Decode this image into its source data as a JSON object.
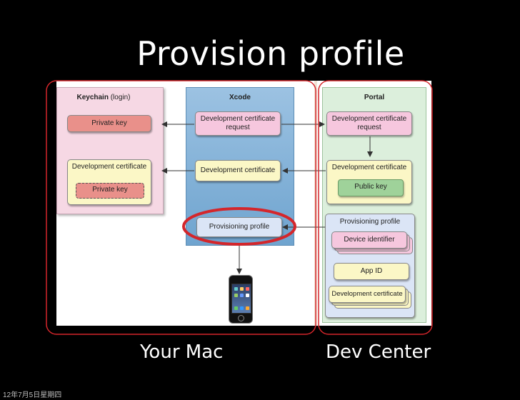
{
  "slide": {
    "title": "Provision profile",
    "caption_left": "Your Mac",
    "caption_right": "Dev Center",
    "date_stamp": "12年7月5日星期四"
  },
  "diagram": {
    "keychain": {
      "title_bold": "Keychain",
      "title_rest": " (login)",
      "private_key": "Private key",
      "dev_cert": "Development certificate",
      "dev_cert_private_key": "Private key"
    },
    "xcode": {
      "title": "Xcode",
      "cert_request_line1": "Development certificate",
      "cert_request_line2": "request",
      "dev_cert": "Development certificate",
      "provisioning_profile": "Provisioning profile"
    },
    "portal": {
      "title": "Portal",
      "cert_request_line1": "Development certificate",
      "cert_request_line2": "request",
      "dev_cert": "Development certificate",
      "public_key": "Public key",
      "provisioning_profile": "Provisioning profile",
      "device_identifier": "Device identifier",
      "app_id": "App ID",
      "profile_dev_cert": "Development certificate"
    }
  },
  "colors": {
    "highlight_red": "#d4262b",
    "keychain_bg": "#f6d8e4",
    "xcode_bg": "#7fb0d6",
    "portal_bg": "#dcefdc",
    "pink_box": "#f6c7de",
    "red_box": "#e9908a",
    "yellow_box": "#fbf7c6",
    "green_box": "#9fd29a",
    "portal_blue_box": "#dbe5f6",
    "white_box": "#ffffff"
  }
}
